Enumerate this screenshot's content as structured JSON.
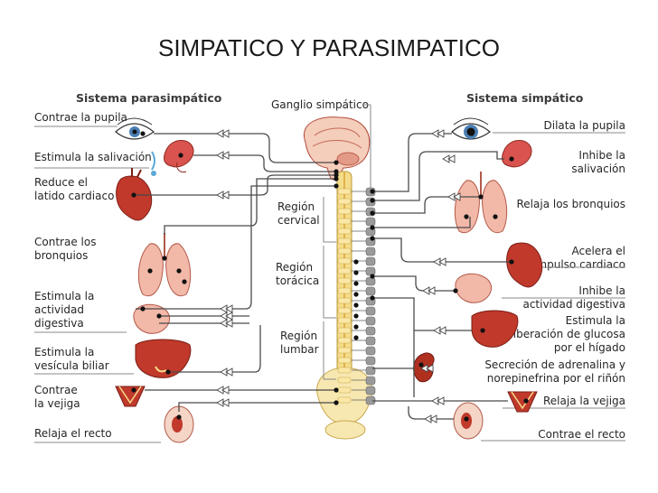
{
  "title": "SIMPATICO Y PARASIMPATICO",
  "parasympathetic": {
    "heading": "Sistema parasimpático",
    "labels": [
      [
        "Contrae la pupila"
      ],
      [
        "Estimula la salivación"
      ],
      [
        "Reduce el",
        "latido cardiaco"
      ],
      [
        "Contrae los",
        "bronquios"
      ],
      [
        "Estimula la",
        "actividad",
        "digestiva"
      ],
      [
        "Estimula la",
        "vesícula biliar"
      ],
      [
        "Contrae",
        "la vejiga"
      ],
      [
        "Relaja el recto"
      ]
    ]
  },
  "sympathetic": {
    "heading": "Sistema simpático",
    "labels": [
      [
        "Dilata la pupila"
      ],
      [
        "Inhibe la",
        "salivación"
      ],
      [
        "Relaja los bronquios"
      ],
      [
        "Acelera el",
        "impulso cardiaco"
      ],
      [
        "Inhibe la",
        "actividad digestiva"
      ],
      [
        "Estimula la",
        "liberación de glucosa",
        "por el hígado"
      ],
      [
        "Secreción de adrenalina y",
        "norepinefrina por el riñón"
      ],
      [
        "Relaja la vejiga"
      ],
      [
        "Contrae el recto"
      ]
    ]
  },
  "center": {
    "ganglion": "Ganglio simpático",
    "regions": [
      [
        "Región",
        "cervical"
      ],
      [
        "Región",
        "torácica"
      ],
      [
        "Región",
        "lumbar"
      ]
    ]
  },
  "colors": {
    "organ_red": "#c0392b",
    "organ_pink": "#f2b8a8",
    "brain": "#f4cdbb",
    "spine": "#f5dc8a",
    "chain": "#9a9a9a"
  }
}
